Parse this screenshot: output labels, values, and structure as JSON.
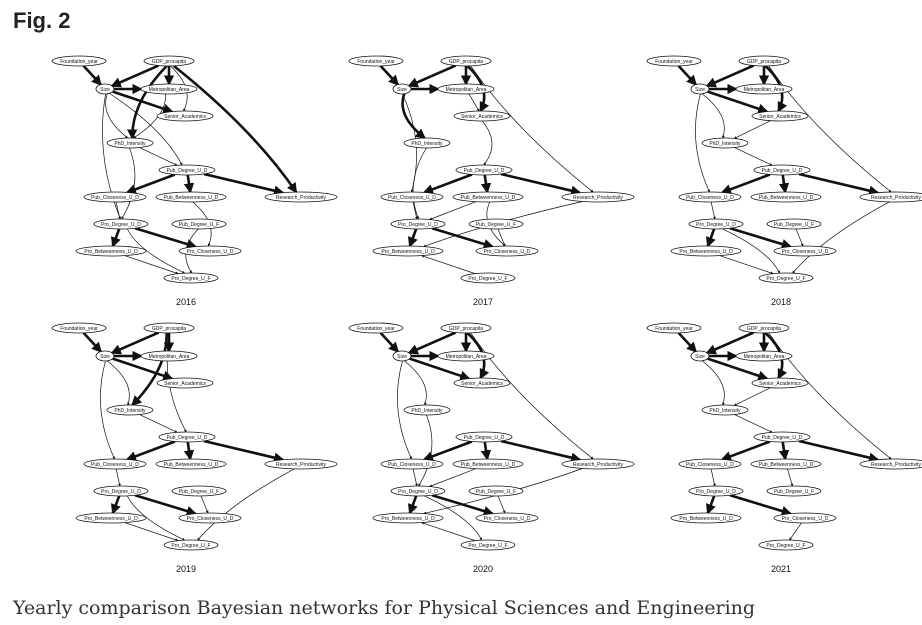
{
  "figure": {
    "label": "Fig. 2",
    "caption": "Yearly comparison Bayesian networks for Physical Sciences and Engineering"
  },
  "nodes": {
    "fy": "Foundation_year",
    "gdp": "GDP_procapita",
    "size": "Size",
    "metro": "Metropolitan_Area",
    "senior": "Senior_Academics",
    "phd": "PhD_Intensity",
    "pubdeg": "Pub_Degree_U_D",
    "pubclo": "Pub_Closeness_U_D",
    "pubbet": "Pub_Betweenness_U_D",
    "research": "Research_Productivity",
    "prodeg": "Pro_Degree_U_D",
    "pubdegf": "Pub_Degree_U_F",
    "probet": "Pro_Betweenness_U_D",
    "proclo": "Pro_Closeness_U_D",
    "prodegf": "Pro_Degree_U_F"
  },
  "panels": [
    {
      "year": "2016",
      "edges": [
        [
          "fy",
          "size",
          2
        ],
        [
          "gdp",
          "size",
          2
        ],
        [
          "gdp",
          "metro",
          2
        ],
        [
          "gdp",
          "senior",
          1
        ],
        [
          "gdp",
          "phd",
          2
        ],
        [
          "gdp",
          "research",
          2
        ],
        [
          "size",
          "metro",
          2
        ],
        [
          "size",
          "senior",
          2
        ],
        [
          "size",
          "phd",
          1
        ],
        [
          "size",
          "pubdeg",
          1
        ],
        [
          "size",
          "prodeg",
          1
        ],
        [
          "metro",
          "phd",
          1
        ],
        [
          "phd",
          "pubdeg",
          1
        ],
        [
          "phd",
          "prodeg",
          1
        ],
        [
          "pubdeg",
          "pubclo",
          2
        ],
        [
          "pubdeg",
          "pubbet",
          2
        ],
        [
          "pubdeg",
          "research",
          2
        ],
        [
          "pubclo",
          "prodeg",
          1
        ],
        [
          "prodeg",
          "probet",
          2
        ],
        [
          "prodeg",
          "proclo",
          2
        ],
        [
          "prodeg",
          "prodegf",
          1
        ],
        [
          "pubbet",
          "proclo",
          1
        ],
        [
          "pubdegf",
          "prodegf",
          1
        ],
        [
          "probet",
          "prodegf",
          1
        ]
      ]
    },
    {
      "year": "2017",
      "edges": [
        [
          "fy",
          "size",
          2
        ],
        [
          "gdp",
          "size",
          2
        ],
        [
          "gdp",
          "metro",
          2
        ],
        [
          "gdp",
          "senior",
          2
        ],
        [
          "gdp",
          "research",
          1
        ],
        [
          "size",
          "metro",
          2
        ],
        [
          "size",
          "phd",
          2
        ],
        [
          "size",
          "pubclo",
          1
        ],
        [
          "metro",
          "senior",
          1
        ],
        [
          "senior",
          "pubdeg",
          1
        ],
        [
          "phd",
          "prodeg",
          1
        ],
        [
          "pubdeg",
          "pubclo",
          2
        ],
        [
          "pubdeg",
          "pubbet",
          2
        ],
        [
          "pubdeg",
          "research",
          2
        ],
        [
          "pubclo",
          "prodeg",
          1
        ],
        [
          "pubbet",
          "prodeg",
          1
        ],
        [
          "prodeg",
          "probet",
          2
        ],
        [
          "prodeg",
          "proclo",
          2
        ],
        [
          "pubbet",
          "proclo",
          1
        ],
        [
          "pubdegf",
          "proclo",
          1
        ],
        [
          "research",
          "probet",
          1
        ],
        [
          "prodegf",
          "probet",
          1
        ]
      ]
    },
    {
      "year": "2018",
      "edges": [
        [
          "fy",
          "size",
          2
        ],
        [
          "gdp",
          "size",
          2
        ],
        [
          "gdp",
          "metro",
          2
        ],
        [
          "gdp",
          "senior",
          2
        ],
        [
          "gdp",
          "research",
          1
        ],
        [
          "size",
          "metro",
          2
        ],
        [
          "size",
          "senior",
          2
        ],
        [
          "size",
          "phd",
          1
        ],
        [
          "size",
          "pubclo",
          1
        ],
        [
          "senior",
          "phd",
          1
        ],
        [
          "phd",
          "pubdeg",
          1
        ],
        [
          "pubdeg",
          "pubclo",
          2
        ],
        [
          "pubdeg",
          "pubbet",
          2
        ],
        [
          "pubdeg",
          "research",
          2
        ],
        [
          "pubclo",
          "prodeg",
          1
        ],
        [
          "prodeg",
          "probet",
          2
        ],
        [
          "prodeg",
          "proclo",
          2
        ],
        [
          "prodeg",
          "prodegf",
          1
        ],
        [
          "research",
          "prodegf",
          1
        ],
        [
          "pubdegf",
          "proclo",
          1
        ],
        [
          "probet",
          "prodegf",
          1
        ]
      ]
    },
    {
      "year": "2019",
      "edges": [
        [
          "fy",
          "size",
          2
        ],
        [
          "gdp",
          "size",
          2
        ],
        [
          "gdp",
          "metro",
          2
        ],
        [
          "gdp",
          "phd",
          2
        ],
        [
          "gdp",
          "pubdeg",
          1
        ],
        [
          "size",
          "metro",
          2
        ],
        [
          "size",
          "senior",
          2
        ],
        [
          "size",
          "phd",
          1
        ],
        [
          "size",
          "pubclo",
          1
        ],
        [
          "phd",
          "pubdeg",
          1
        ],
        [
          "pubdeg",
          "pubclo",
          2
        ],
        [
          "pubdeg",
          "pubbet",
          2
        ],
        [
          "pubdeg",
          "research",
          2
        ],
        [
          "pubclo",
          "prodeg",
          1
        ],
        [
          "prodeg",
          "probet",
          2
        ],
        [
          "prodeg",
          "proclo",
          2
        ],
        [
          "prodeg",
          "prodegf",
          1
        ],
        [
          "pubdegf",
          "proclo",
          1
        ],
        [
          "research",
          "prodegf",
          1
        ],
        [
          "probet",
          "prodegf",
          1
        ]
      ]
    },
    {
      "year": "2020",
      "edges": [
        [
          "fy",
          "size",
          2
        ],
        [
          "gdp",
          "size",
          2
        ],
        [
          "gdp",
          "metro",
          2
        ],
        [
          "gdp",
          "senior",
          2
        ],
        [
          "gdp",
          "research",
          1
        ],
        [
          "size",
          "metro",
          2
        ],
        [
          "size",
          "senior",
          2
        ],
        [
          "size",
          "phd",
          1
        ],
        [
          "size",
          "pubclo",
          1
        ],
        [
          "phd",
          "prodeg",
          1
        ],
        [
          "pubdeg",
          "pubclo",
          2
        ],
        [
          "pubdeg",
          "pubbet",
          2
        ],
        [
          "pubdeg",
          "research",
          2
        ],
        [
          "pubclo",
          "prodeg",
          1
        ],
        [
          "pubbet",
          "prodeg",
          1
        ],
        [
          "prodeg",
          "probet",
          2
        ],
        [
          "prodeg",
          "proclo",
          2
        ],
        [
          "prodeg",
          "prodegf",
          1
        ],
        [
          "pubdegf",
          "proclo",
          1
        ],
        [
          "research",
          "probet",
          1
        ],
        [
          "prodegf",
          "probet",
          1
        ]
      ]
    },
    {
      "year": "2021",
      "edges": [
        [
          "fy",
          "size",
          2
        ],
        [
          "gdp",
          "size",
          2
        ],
        [
          "gdp",
          "metro",
          2
        ],
        [
          "gdp",
          "senior",
          2
        ],
        [
          "gdp",
          "research",
          1
        ],
        [
          "size",
          "metro",
          2
        ],
        [
          "size",
          "senior",
          2
        ],
        [
          "size",
          "phd",
          1
        ],
        [
          "senior",
          "phd",
          1
        ],
        [
          "phd",
          "pubdeg",
          1
        ],
        [
          "pubdeg",
          "pubclo",
          2
        ],
        [
          "pubdeg",
          "pubbet",
          2
        ],
        [
          "pubdeg",
          "research",
          2
        ],
        [
          "pubclo",
          "prodeg",
          1
        ],
        [
          "pubbet",
          "pubdegf",
          1
        ],
        [
          "prodeg",
          "probet",
          2
        ],
        [
          "prodeg",
          "proclo",
          2
        ],
        [
          "proclo",
          "prodegf",
          1
        ]
      ]
    }
  ]
}
